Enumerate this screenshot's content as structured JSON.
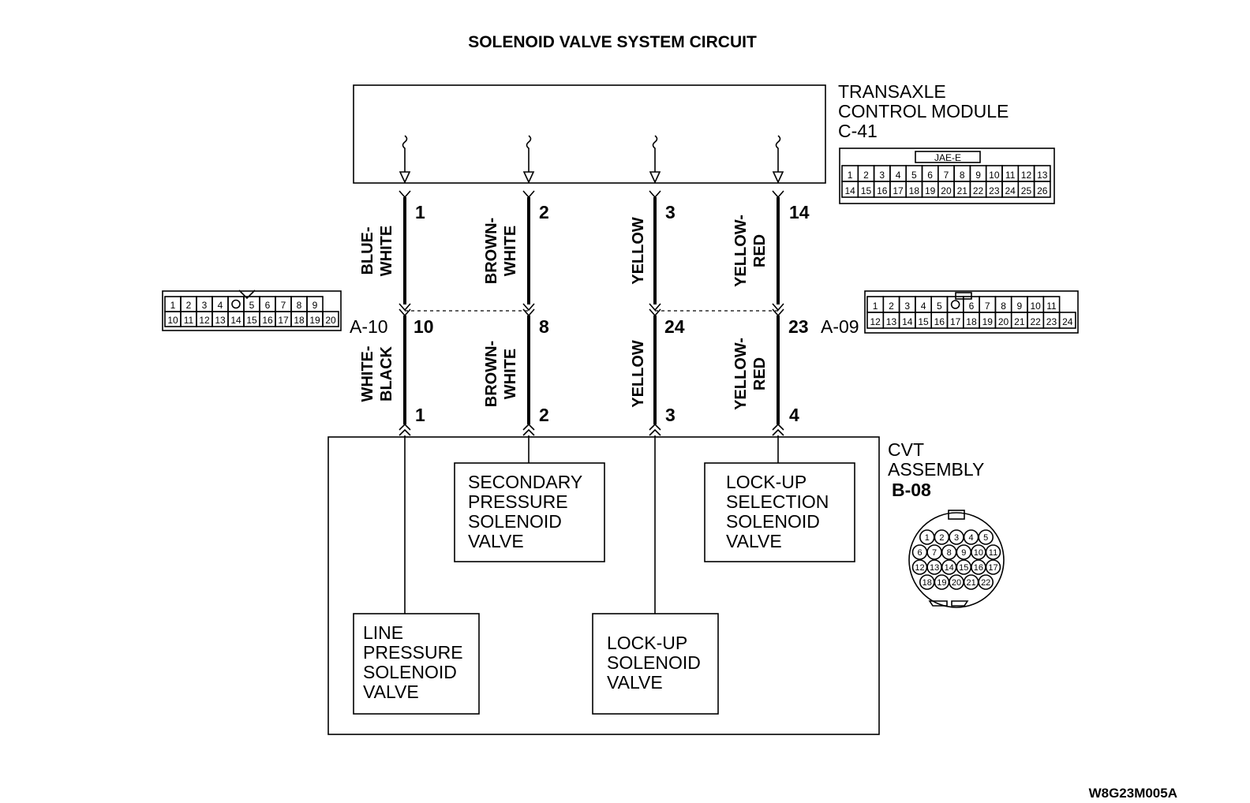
{
  "diagram": {
    "title": "SOLENOID VALVE SYSTEM CIRCUIT",
    "footer_code": "W8G23M005A"
  },
  "tcm": {
    "label_lines": [
      "TRANSAXLE",
      "CONTROL MODULE",
      "C-41"
    ],
    "connector_tag": "JAE-E",
    "connector_rows": [
      [
        "1",
        "2",
        "3",
        "4",
        "5",
        "6",
        "7",
        "8",
        "9",
        "10",
        "11",
        "12",
        "13"
      ],
      [
        "14",
        "15",
        "16",
        "17",
        "18",
        "19",
        "20",
        "21",
        "22",
        "23",
        "24",
        "25",
        "26"
      ]
    ]
  },
  "connector_a10": {
    "label": "A-10",
    "rows": [
      [
        "1",
        "2",
        "3",
        "4",
        "",
        "5",
        "6",
        "7",
        "8",
        "9"
      ],
      [
        "10",
        "11",
        "12",
        "13",
        "14",
        "15",
        "16",
        "17",
        "18",
        "19",
        "20"
      ]
    ]
  },
  "connector_a09": {
    "label": "A-09",
    "rows": [
      [
        "1",
        "2",
        "3",
        "4",
        "5",
        "",
        "6",
        "7",
        "8",
        "9",
        "10",
        "11"
      ],
      [
        "12",
        "13",
        "14",
        "15",
        "16",
        "17",
        "18",
        "19",
        "20",
        "21",
        "22",
        "23",
        "24"
      ]
    ]
  },
  "wires": [
    {
      "tcm_pin": "1",
      "upper_color": [
        "BLUE-",
        "WHITE"
      ],
      "mid_pin": "10",
      "lower_color": [
        "WHITE-",
        "BLACK"
      ],
      "cvt_pin": "1"
    },
    {
      "tcm_pin": "2",
      "upper_color": [
        "BROWN-",
        "WHITE"
      ],
      "mid_pin": "8",
      "lower_color": [
        "BROWN-",
        "WHITE"
      ],
      "cvt_pin": "2"
    },
    {
      "tcm_pin": "3",
      "upper_color": [
        "YELLOW"
      ],
      "mid_pin": "24",
      "lower_color": [
        "YELLOW"
      ],
      "cvt_pin": "3"
    },
    {
      "tcm_pin": "14",
      "upper_color": [
        "YELLOW-",
        "RED"
      ],
      "mid_pin": "23",
      "lower_color": [
        "YELLOW-",
        "RED"
      ],
      "cvt_pin": "4"
    }
  ],
  "cvt": {
    "label_lines": [
      "CVT",
      "ASSEMBLY",
      "B-08"
    ],
    "round_rows": [
      [
        "1",
        "2",
        "3",
        "4",
        "5"
      ],
      [
        "6",
        "7",
        "8",
        "9",
        "10",
        "11"
      ],
      [
        "12",
        "13",
        "14",
        "15",
        "16",
        "17"
      ],
      [
        "18",
        "19",
        "20",
        "21",
        "22"
      ]
    ],
    "valves": {
      "secondary": [
        "SECONDARY",
        "PRESSURE",
        "SOLENOID",
        "VALVE"
      ],
      "lockup_selection": [
        "LOCK-UP",
        "SELECTION",
        "SOLENOID",
        "VALVE"
      ],
      "line_pressure": [
        "LINE",
        "PRESSURE",
        "SOLENOID",
        "VALVE"
      ],
      "lockup": [
        "LOCK-UP",
        "SOLENOID",
        "VALVE"
      ]
    }
  }
}
